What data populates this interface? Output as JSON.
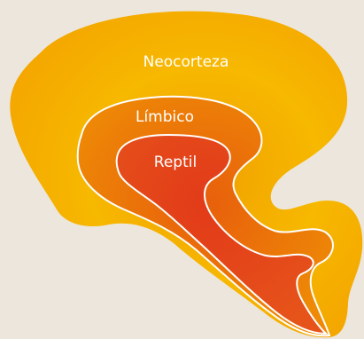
{
  "diagram": {
    "regions": [
      {
        "id": "neocortex",
        "label": "Neocorteza",
        "color_outer": "#f5b800",
        "color_inner": "#f08a00"
      },
      {
        "id": "limbic",
        "label": "Límbico",
        "color_outer": "#ee7d07",
        "color_inner": "#e2540f"
      },
      {
        "id": "reptile",
        "label": "Reptil",
        "color_outer": "#e84e16",
        "color_inner": "#d9301e"
      }
    ],
    "background": "#ece6dc",
    "outline_color": "#ffffff"
  }
}
